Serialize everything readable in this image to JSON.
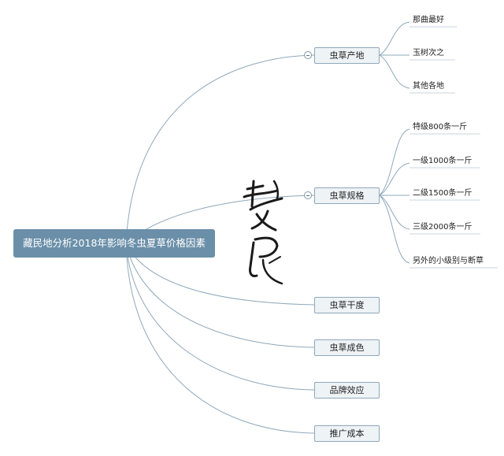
{
  "root": {
    "label": "藏民地分析2018年影响冬虫夏草价格因素"
  },
  "branches": [
    {
      "label": "虫草产地",
      "children": [
        "那曲最好",
        "玉树次之",
        "其他各地"
      ]
    },
    {
      "label": "虫草规格",
      "children": [
        "特级800条一斤",
        "一级1000条一斤",
        "二级1500条一斤",
        "三级2000条一斤",
        "另外的小级别与断草"
      ]
    },
    {
      "label": "虫草干度",
      "children": []
    },
    {
      "label": "虫草成色",
      "children": []
    },
    {
      "label": "品牌效应",
      "children": []
    },
    {
      "label": "推广成本",
      "children": []
    }
  ],
  "watermark": {
    "text": "藏民"
  },
  "colors": {
    "line": "#8fa8ba",
    "root_fill": "#6b8fa8",
    "branch_fill": "#eef3f6"
  }
}
